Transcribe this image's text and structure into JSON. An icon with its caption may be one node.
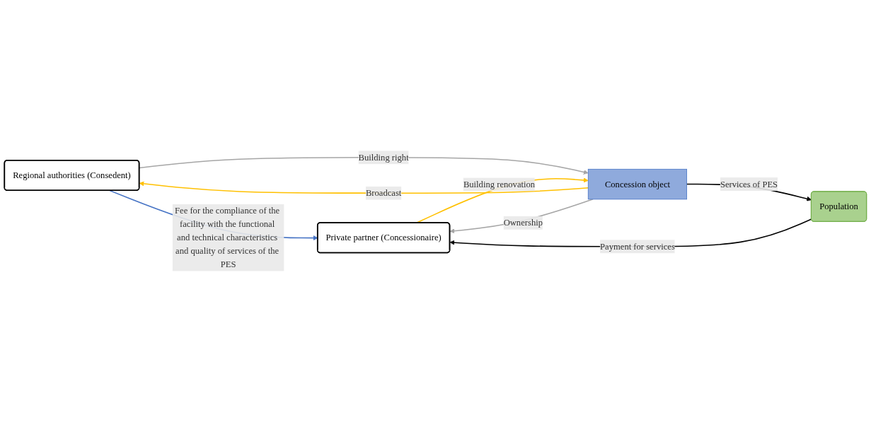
{
  "diagram": {
    "nodes": [
      {
        "text": [
          "Regional authorities (Consedent)"
        ]
      },
      {
        "text": [
          "Concession object"
        ]
      },
      {
        "text": [
          "Private partner (Concessionaire)"
        ]
      },
      {
        "text": [
          "Population"
        ]
      }
    ],
    "edges": [
      {
        "from": 0,
        "to": 2,
        "arrow": "to",
        "label": "Fee for the compliance of the facility with the functional and technical characteristics and quality of services of the PES",
        "color": "#4472c4"
      },
      {
        "from": 0,
        "to": 1,
        "arrow": "to",
        "label": "Building right",
        "color": "#a6a6a6"
      },
      {
        "from": 1,
        "to": 0,
        "arrow": "to",
        "label": "Broadcast",
        "color": "#ffc000"
      },
      {
        "from": 1,
        "to": 2,
        "arrow": "to",
        "label": "Ownership",
        "color": "#a6a6a6"
      },
      {
        "from": 2,
        "to": 1,
        "arrow": "to",
        "label": "Building renovation",
        "color": "#ffc000"
      },
      {
        "from": 1,
        "to": 3,
        "arrow": "to",
        "label": "Services of PES",
        "color": "#000000"
      },
      {
        "from": 3,
        "to": 2,
        "arrow": "to",
        "label": "Payment for services",
        "color": "#000000"
      }
    ]
  }
}
